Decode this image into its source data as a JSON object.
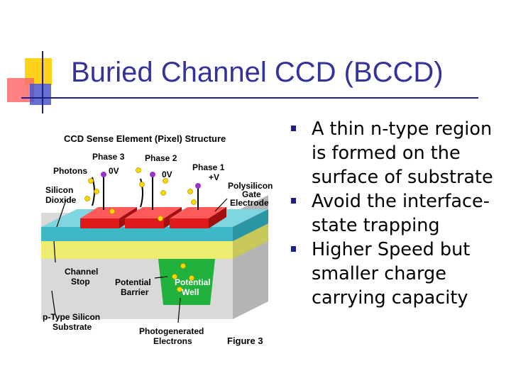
{
  "slide": {
    "title": "Buried Channel CCD (BCCD)",
    "bullets": [
      "A thin n-type region is formed on the surface of substrate",
      "Avoid the interface-state trapping",
      "Higher Speed but smaller charge carrying capacity"
    ]
  },
  "figure": {
    "heading": "CCD Sense Element (Pixel) Structure",
    "labels": {
      "phase3": "Phase 3",
      "phase2": "Phase 2",
      "phase1": "Phase 1",
      "v3": "0V",
      "v2": "0V",
      "v1": "+V",
      "photons": "Photons",
      "silicon_dioxide_1": "Silicon",
      "silicon_dioxide_2": "Dioxide",
      "gate_1": "Polysilicon",
      "gate_2": "Gate",
      "gate_3": "Electrode",
      "channel_stop_1": "Channel",
      "channel_stop_2": "Stop",
      "potential_barrier_1": "Potential",
      "potential_barrier_2": "Barrier",
      "potential_well_1": "Potential",
      "potential_well_2": "Well",
      "substrate_1": "p-Type Silicon",
      "substrate_2": "Substrate",
      "electrons_1": "Photogenerated",
      "electrons_2": "Electrons",
      "caption": "Figure 3"
    },
    "colors": {
      "gate": "#dd1b1b",
      "oxide": "#3fb8c8",
      "channel": "#ecec70",
      "substrate": "#d9d9d9",
      "well": "#21b23d",
      "photon": "#9933cc",
      "electron": "#ffd700"
    }
  }
}
